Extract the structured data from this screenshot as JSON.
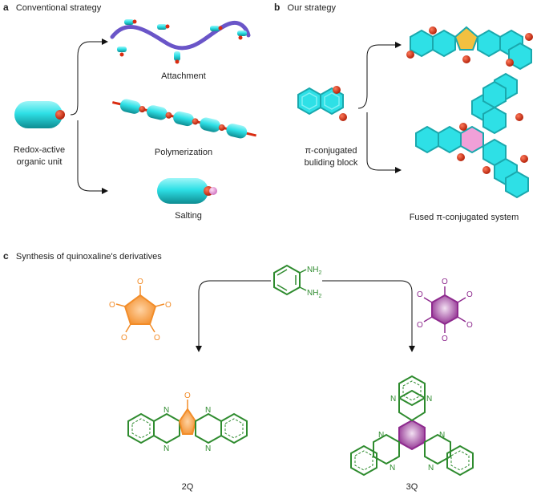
{
  "panel_a": {
    "letter": "a",
    "title": "Conventional strategy",
    "unit_label_line1": "Redox-active",
    "unit_label_line2": "organic unit",
    "attachment": "Attachment",
    "polymerization": "Polymerization",
    "salting": "Salting"
  },
  "panel_b": {
    "letter": "b",
    "title": "Our strategy",
    "block_line1": "π-conjugated",
    "block_line2": "buliding block",
    "fused": "Fused π-conjugated system"
  },
  "panel_c": {
    "letter": "c",
    "title": "Synthesis of quinoxaline's derivatives",
    "nh2_top": "NH",
    "nh2_bottom": "NH",
    "sub2": "2",
    "oxygen": "O",
    "nitrogen": "N",
    "product_2q": "2Q",
    "product_3q": "3Q"
  },
  "colors": {
    "cyan": "#2ee0e6",
    "red": "#d92b10",
    "purple_helix": "#6a55c8",
    "orange": "#f28c28",
    "purple": "#8e2a8e",
    "green": "#2e8b2e",
    "pink": "#f0a0d8",
    "yellow": "#f2c040"
  }
}
